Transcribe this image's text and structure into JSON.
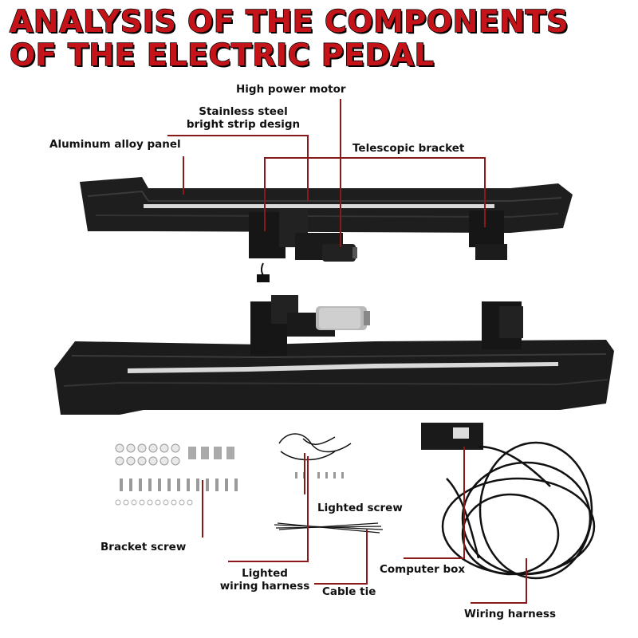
{
  "title": {
    "line1": "ANALYSIS OF THE COMPONENTS",
    "line2": "OF THE ELECTRIC PEDAL"
  },
  "labels": {
    "motor": "High power motor",
    "strip_1": "Stainless steel",
    "strip_2": "bright strip design",
    "panel": "Aluminum alloy panel",
    "bracket": "Telescopic bracket",
    "lighted_screw": "Lighted screw",
    "bracket_screw": "Bracket screw",
    "harness_small_1": "Lighted",
    "harness_small_2": "wiring harness",
    "cable_tie": "Cable tie",
    "computer_box": "Computer box",
    "wiring_harness": "Wiring harness"
  },
  "colors": {
    "title": "#c4141a",
    "leader": "#8a1a1a",
    "board": "#1c1c1c",
    "strip": "#d9d9d9"
  }
}
